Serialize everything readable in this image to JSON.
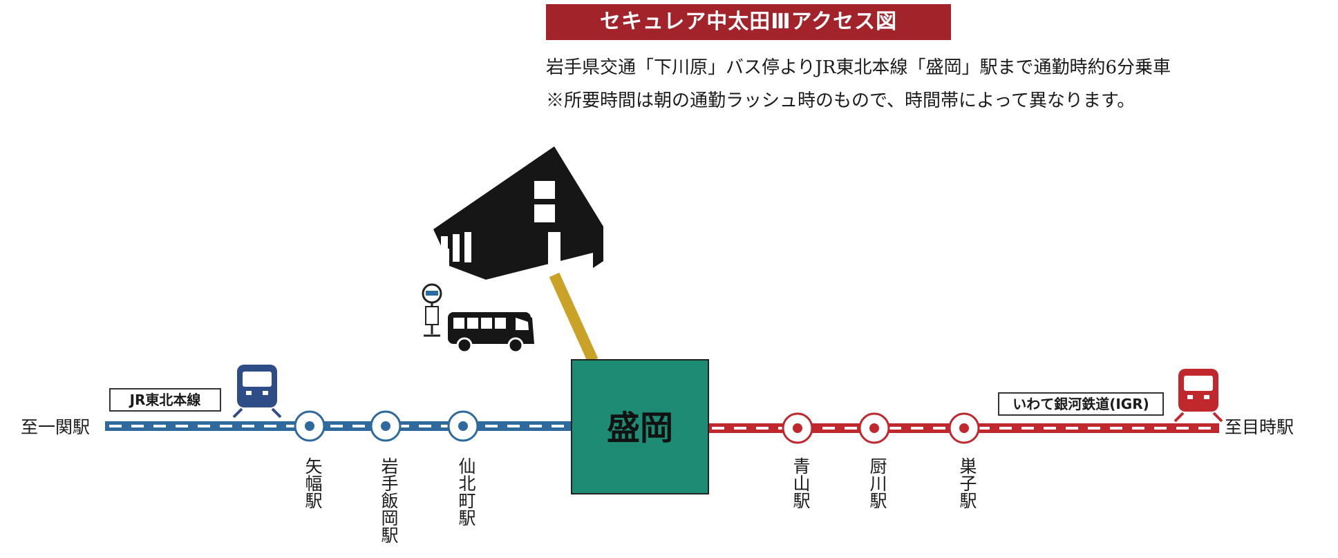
{
  "title": "セキュレア中太田Ⅲアクセス図",
  "description": [
    "岩手県交通「下川原」バス停よりJR東北本線「盛岡」駅まで通勤時約6分乗車",
    "※所要時間は朝の通勤ラッシュ時のもので、時間帯によって異なります。"
  ],
  "hub_station": "盛岡",
  "lines": {
    "left": {
      "name": "JR東北本線",
      "color": "#2e6a9e",
      "terminus": "至一関駅",
      "stations": [
        "矢幅駅",
        "岩手飯岡駅",
        "仙北町駅"
      ]
    },
    "right": {
      "name": "いわて銀河鉄道(IGR)",
      "color": "#c0282d",
      "terminus": "至目時駅",
      "stations": [
        "青山駅",
        "厨川駅",
        "巣子駅"
      ]
    }
  },
  "colors": {
    "title_bg": "#a3232a",
    "hub_fill": "#1e8c74",
    "connector": "#c9a227",
    "house": "#161616"
  },
  "icons": [
    "house-icon",
    "bus-stop-icon",
    "bus-icon",
    "train-icon"
  ]
}
